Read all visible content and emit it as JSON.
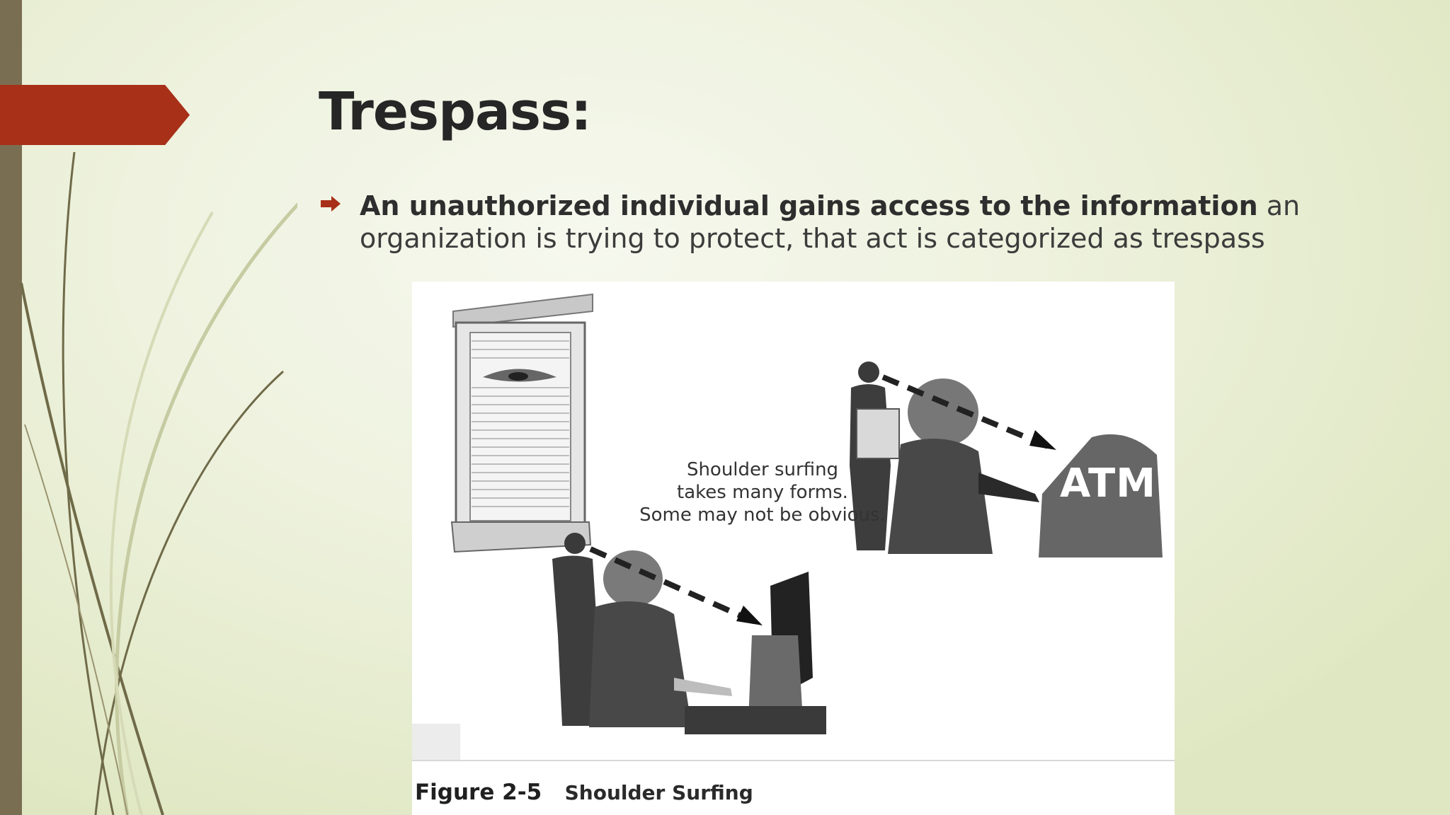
{
  "slide": {
    "title": "Trespass:",
    "bullet": {
      "bold_text": "An unauthorized individual gains access to the information",
      "rest_text": " an organization is trying to protect, that act is categorized as trespass"
    }
  },
  "figure": {
    "callout": {
      "line1": "Shoulder surfing",
      "line2": "takes many forms.",
      "line3": "Some may not be obvious."
    },
    "atm_label": "ATM",
    "caption_label": "Figure 2-5",
    "caption_title": "Shoulder Surfing"
  },
  "icons": [
    "bullet-arrow-icon",
    "chevron-accent-icon",
    "decorative-swoosh-icon"
  ],
  "colors": {
    "accent": "#a83018",
    "left_bar": "#7a6e52",
    "title": "#262626",
    "body_text": "#3c3c3c"
  }
}
